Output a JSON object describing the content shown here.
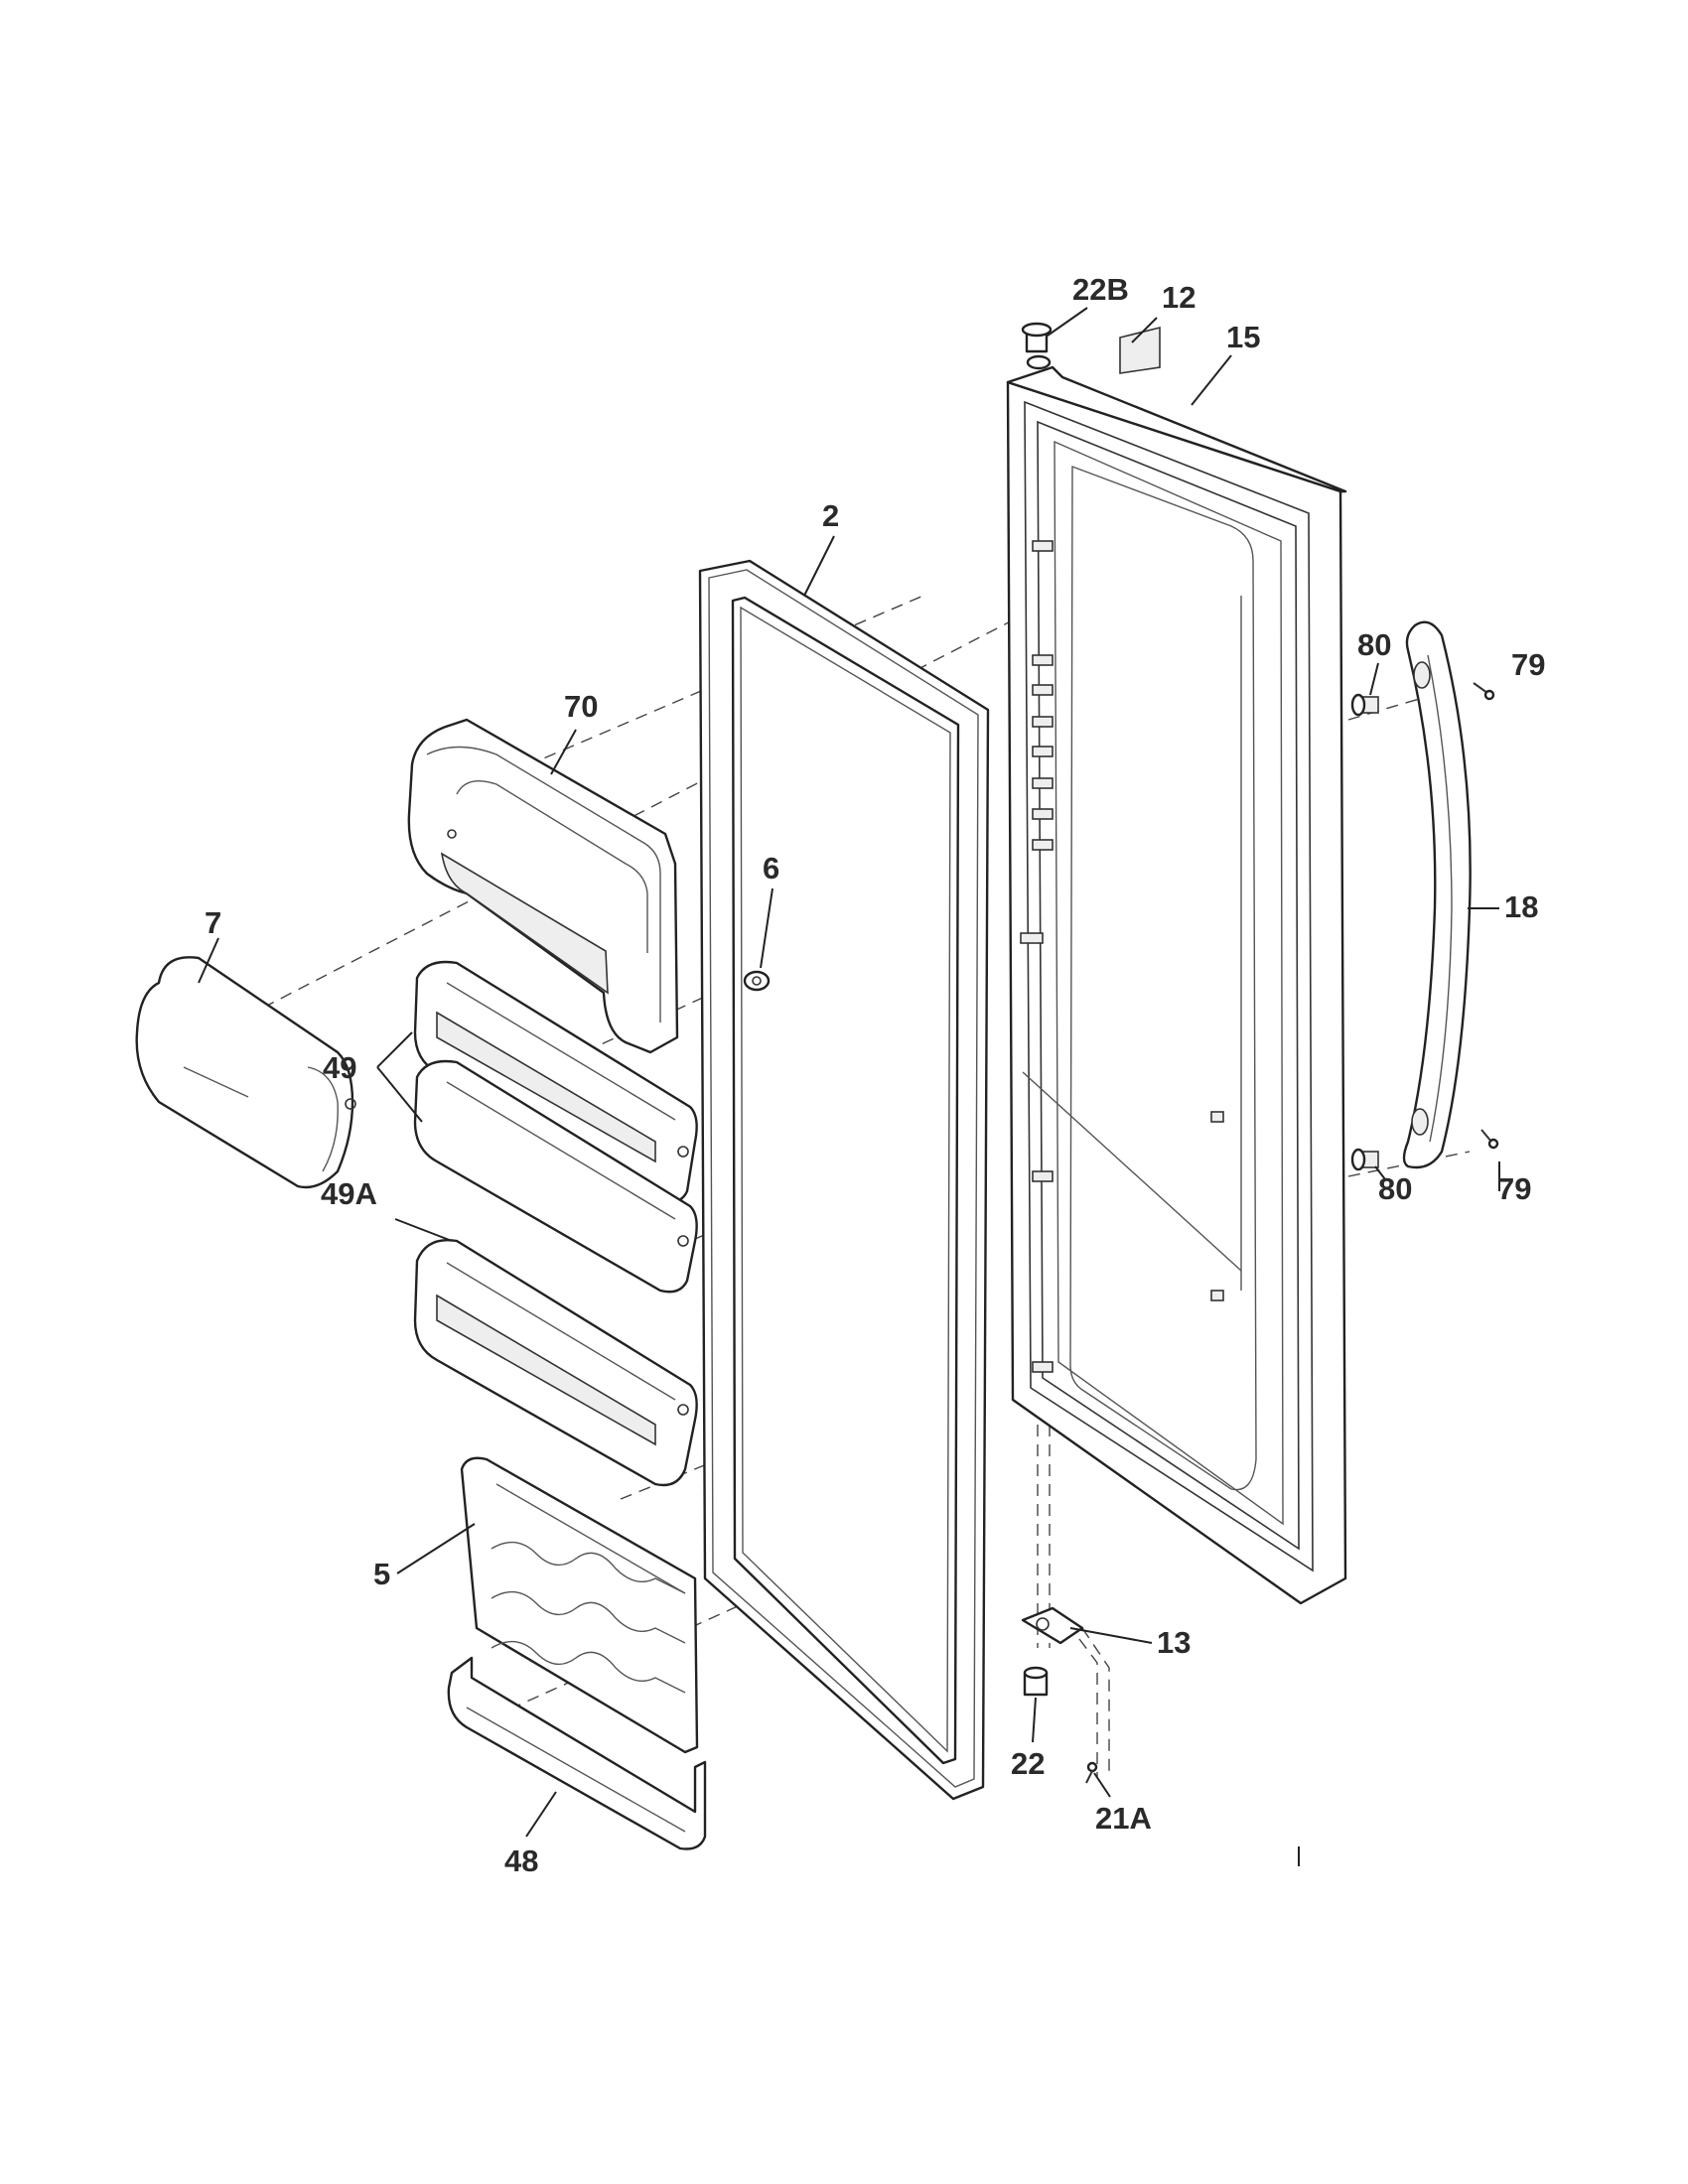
{
  "callouts": {
    "c22b": "22B",
    "c12": "12",
    "c15": "15",
    "c2": "2",
    "c80a": "80",
    "c79a": "79",
    "c70": "70",
    "c18": "18",
    "c6": "6",
    "c7": "7",
    "c49": "49",
    "c49a": "49A",
    "c80b": "80",
    "c79b": "79",
    "c5": "5",
    "c13": "13",
    "c22": "22",
    "c21a": "21A",
    "c48": "48"
  }
}
